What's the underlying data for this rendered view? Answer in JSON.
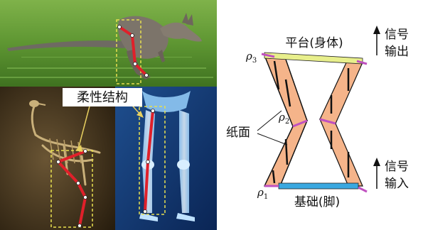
{
  "photo_panel": {
    "callout_label": "柔性结构",
    "images": [
      {
        "subject": "kangaroo"
      },
      {
        "subject": "bird-skeleton"
      },
      {
        "subject": "human-leg-xray"
      }
    ]
  },
  "mechanism": {
    "platform_label": "平台(身体)",
    "base_label": "基础(脚)",
    "paper_label": "纸面",
    "rho1": "ρ",
    "rho1_sub": "1",
    "rho2": "ρ",
    "rho2_sub": "2",
    "rho3": "ρ",
    "rho3_sub": "3",
    "signal_output": [
      "信号",
      "输出"
    ],
    "signal_input": [
      "信号",
      "输入"
    ],
    "colors": {
      "panel_fill": "#f5b48a",
      "edge": "#111111",
      "hinge": "#c050c0",
      "platform": "#e8ef8c",
      "base": "#3aa8e0"
    }
  }
}
